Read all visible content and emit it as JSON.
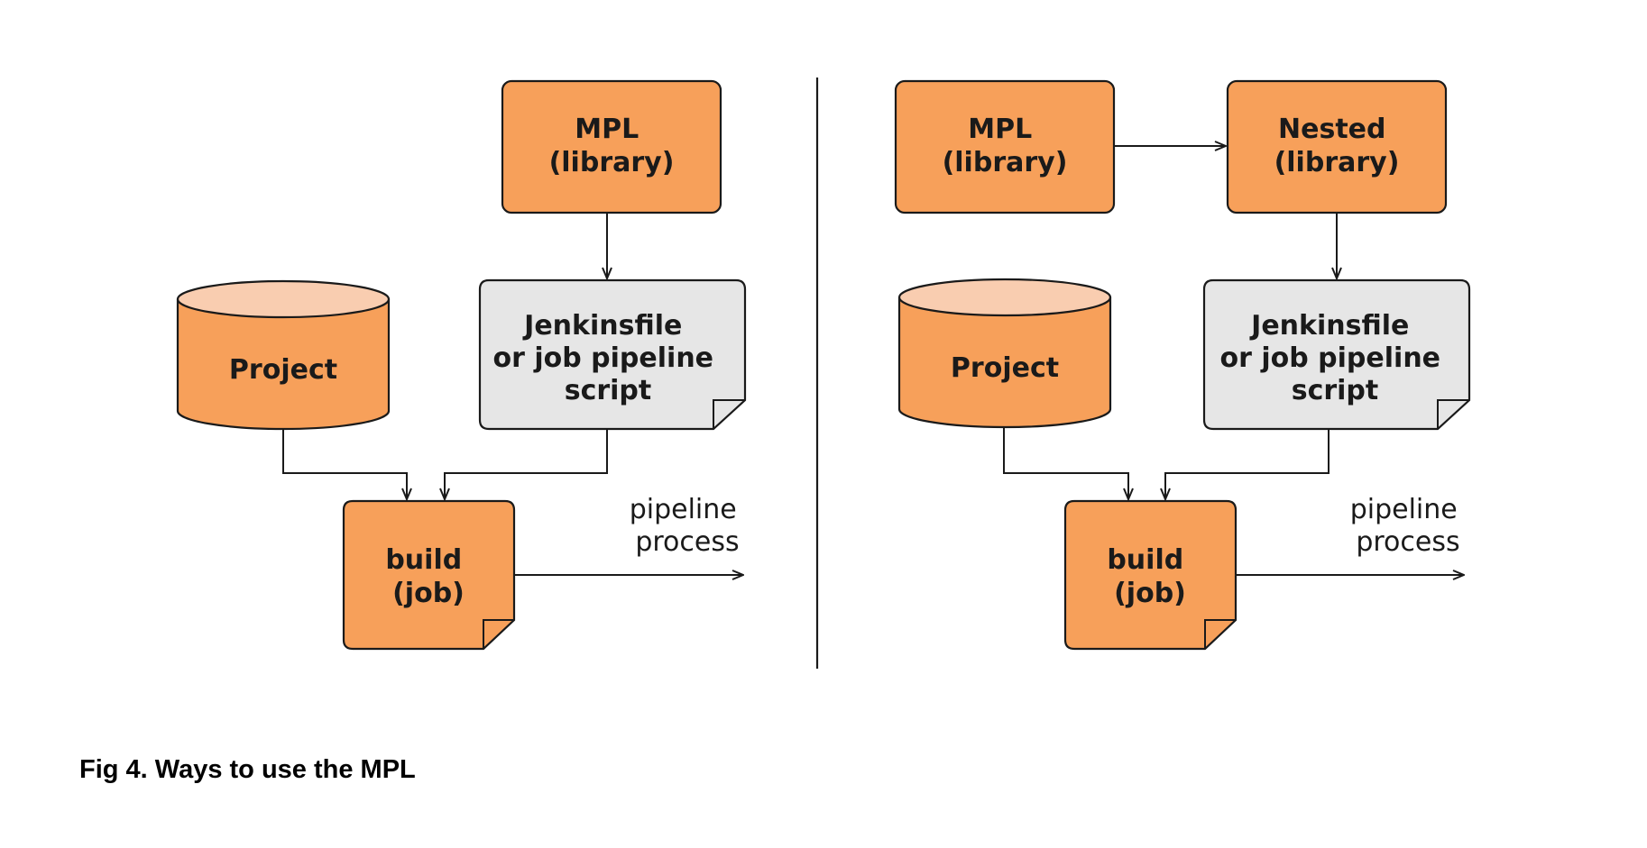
{
  "colors": {
    "orange": "#F7A05A",
    "cylinder_top": "#F9CDB0",
    "grey_doc": "#E6E6E6",
    "stroke": "#1a1a1a"
  },
  "left": {
    "mpl": [
      "MPL",
      "(library)"
    ],
    "project": [
      "Project"
    ],
    "jenkinsfile": [
      "Jenkinsfile",
      "or job pipeline",
      "script"
    ],
    "build": [
      "build",
      "(job)"
    ],
    "pipeline": [
      "pipeline",
      "process"
    ]
  },
  "right": {
    "mpl": [
      "MPL",
      "(library)"
    ],
    "nested": [
      "Nested",
      "(library)"
    ],
    "project": [
      "Project"
    ],
    "jenkinsfile": [
      "Jenkinsfile",
      "or job pipeline",
      "script"
    ],
    "build": [
      "build",
      "(job)"
    ],
    "pipeline": [
      "pipeline",
      "process"
    ]
  },
  "caption": "Fig 4. Ways to use the MPL"
}
